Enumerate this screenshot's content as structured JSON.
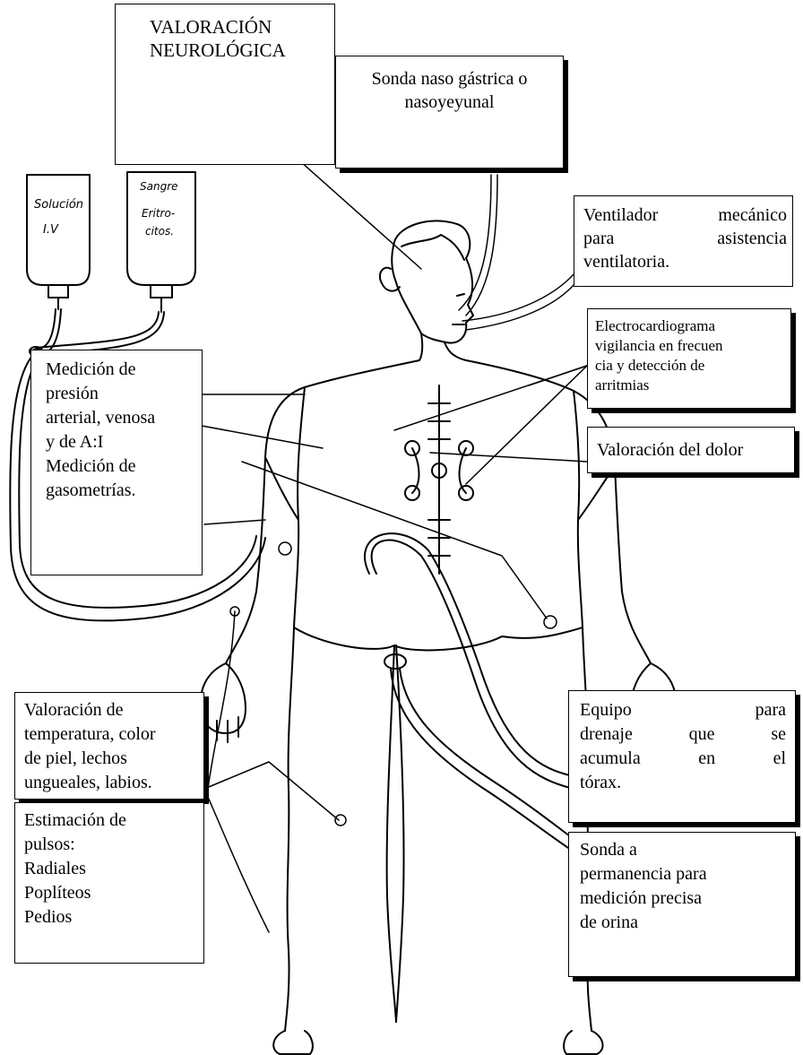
{
  "labels": {
    "neuro": [
      "VALORACIÓN",
      "NEUROLÓGICA"
    ],
    "sonda_naso": [
      "Sonda naso gástrica o",
      "nasoyeyunal"
    ],
    "ventilador": [
      "Ventilador",
      "mecánico",
      "para",
      "asistencia",
      "ventilatoria."
    ],
    "ecg": [
      "Electrocardiograma",
      "vigilancia en frecuen",
      "cia y detección de",
      "arritmias"
    ],
    "dolor": "Valoración del dolor",
    "presion": [
      "Medición de",
      "presión",
      "arterial, venosa",
      "y de A:I",
      "Medición de",
      "gasometrías."
    ],
    "temperatura": [
      "Valoración de",
      "temperatura, color",
      "de piel, lechos",
      "ungueales, labios."
    ],
    "pulsos": [
      "Estimación de",
      "pulsos:",
      "Radiales",
      "Poplíteos",
      "Pedios"
    ],
    "drenaje": [
      "Equipo",
      "para",
      "drenaje",
      "que",
      "se",
      "acumula",
      "en",
      "el",
      "tórax."
    ],
    "sonda_orina": [
      "Sonda a",
      "permanencia para",
      "medición precisa",
      "de orina"
    ]
  },
  "bags": {
    "solucion": [
      "Solución",
      "I.V"
    ],
    "sangre": [
      "Sangre",
      "Eritro-",
      "citos."
    ]
  }
}
